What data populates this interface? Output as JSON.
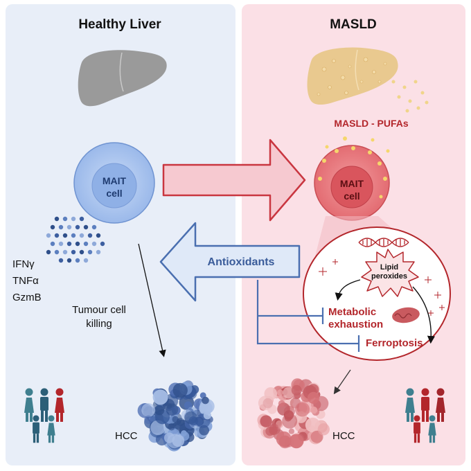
{
  "panels": {
    "left_title": "Healthy Liver",
    "right_title": "MASLD"
  },
  "left": {
    "cell_label_line1": "MAIT",
    "cell_label_line2": "cell",
    "cytokines": [
      "IFNγ",
      "TNFα",
      "GzmB"
    ],
    "tumour_killing_line1": "Tumour cell",
    "tumour_killing_line2": "killing",
    "hcc_label": "HCC"
  },
  "right": {
    "pufa_label": "MASLD - PUFAs",
    "cell_label_line1": "MAIT",
    "cell_label_line2": "cell",
    "lipid_line1": "Lipid",
    "lipid_line2": "peroxides",
    "metabolic_line1": "Metabolic",
    "metabolic_line2": "exhaustion",
    "ferroptosis": "Ferroptosis",
    "hcc_label": "HCC"
  },
  "center": {
    "antioxidants_label": "Antioxidants"
  },
  "colors": {
    "left_panel_bg": "#e8eef8",
    "right_panel_bg": "#fbe0e6",
    "healthy_cell": "#a9c4ef",
    "masld_cell": "#e8777c",
    "red_text": "#b3262b",
    "blue_text": "#3a5c9a",
    "arrow_red_fill": "#f6c9d0",
    "arrow_blue_fill": "#dfe9f8"
  }
}
